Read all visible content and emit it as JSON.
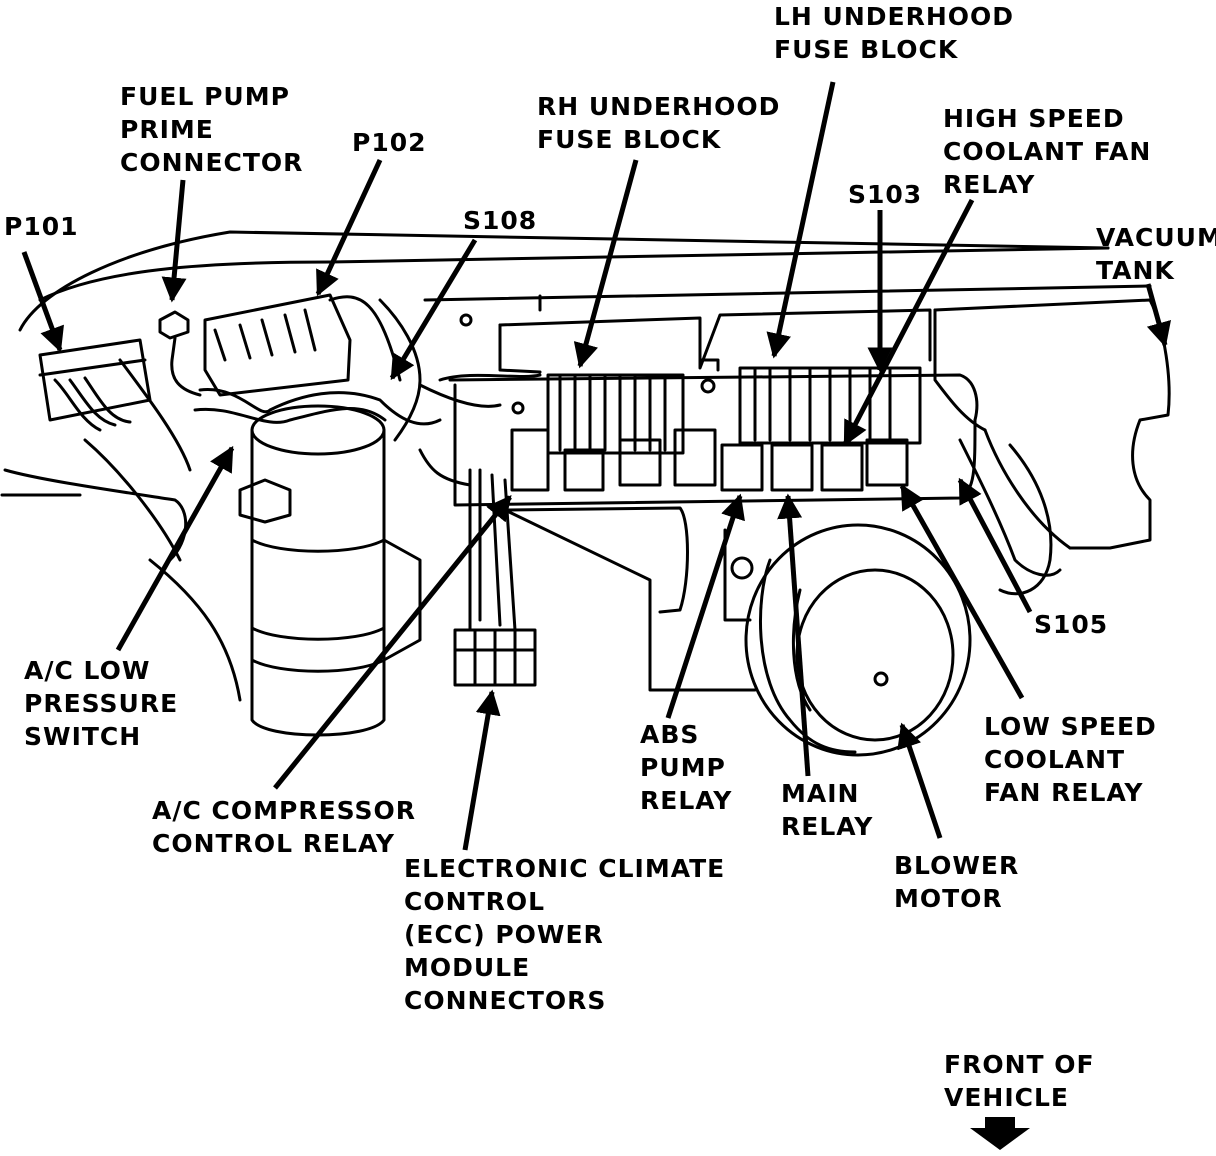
{
  "colors": {
    "ink": "#000000",
    "paper": "#ffffff"
  },
  "labels": {
    "lh_fuse_block": [
      "LH UNDERHOOD",
      "FUSE BLOCK"
    ],
    "fuel_pump_prime": [
      "FUEL PUMP",
      "PRIME",
      "CONNECTOR"
    ],
    "rh_fuse_block": [
      "RH UNDERHOOD",
      "FUSE BLOCK"
    ],
    "high_speed_fan_relay": [
      "HIGH SPEED",
      "COOLANT FAN",
      "RELAY"
    ],
    "p102": "P102",
    "s103": "S103",
    "p101": "P101",
    "s108": "S108",
    "vacuum_tank": [
      "VACUUM",
      "TANK"
    ],
    "s105": "S105",
    "ac_low_pressure": [
      "A/C LOW",
      "PRESSURE",
      "SWITCH"
    ],
    "abs_pump_relay": [
      "ABS",
      "PUMP",
      "RELAY"
    ],
    "low_speed_fan_relay": [
      "LOW SPEED",
      "COOLANT",
      "FAN RELAY"
    ],
    "ac_compressor_relay": [
      "A/C COMPRESSOR",
      "CONTROL RELAY"
    ],
    "main_relay": [
      "MAIN",
      "RELAY"
    ],
    "blower_motor": [
      "BLOWER",
      "MOTOR"
    ],
    "ecc_power_module": [
      "ELECTRONIC CLIMATE",
      "CONTROL",
      "(ECC) POWER",
      "MODULE",
      "CONNECTORS"
    ],
    "front_of_vehicle": [
      "FRONT OF",
      "VEHICLE"
    ]
  }
}
